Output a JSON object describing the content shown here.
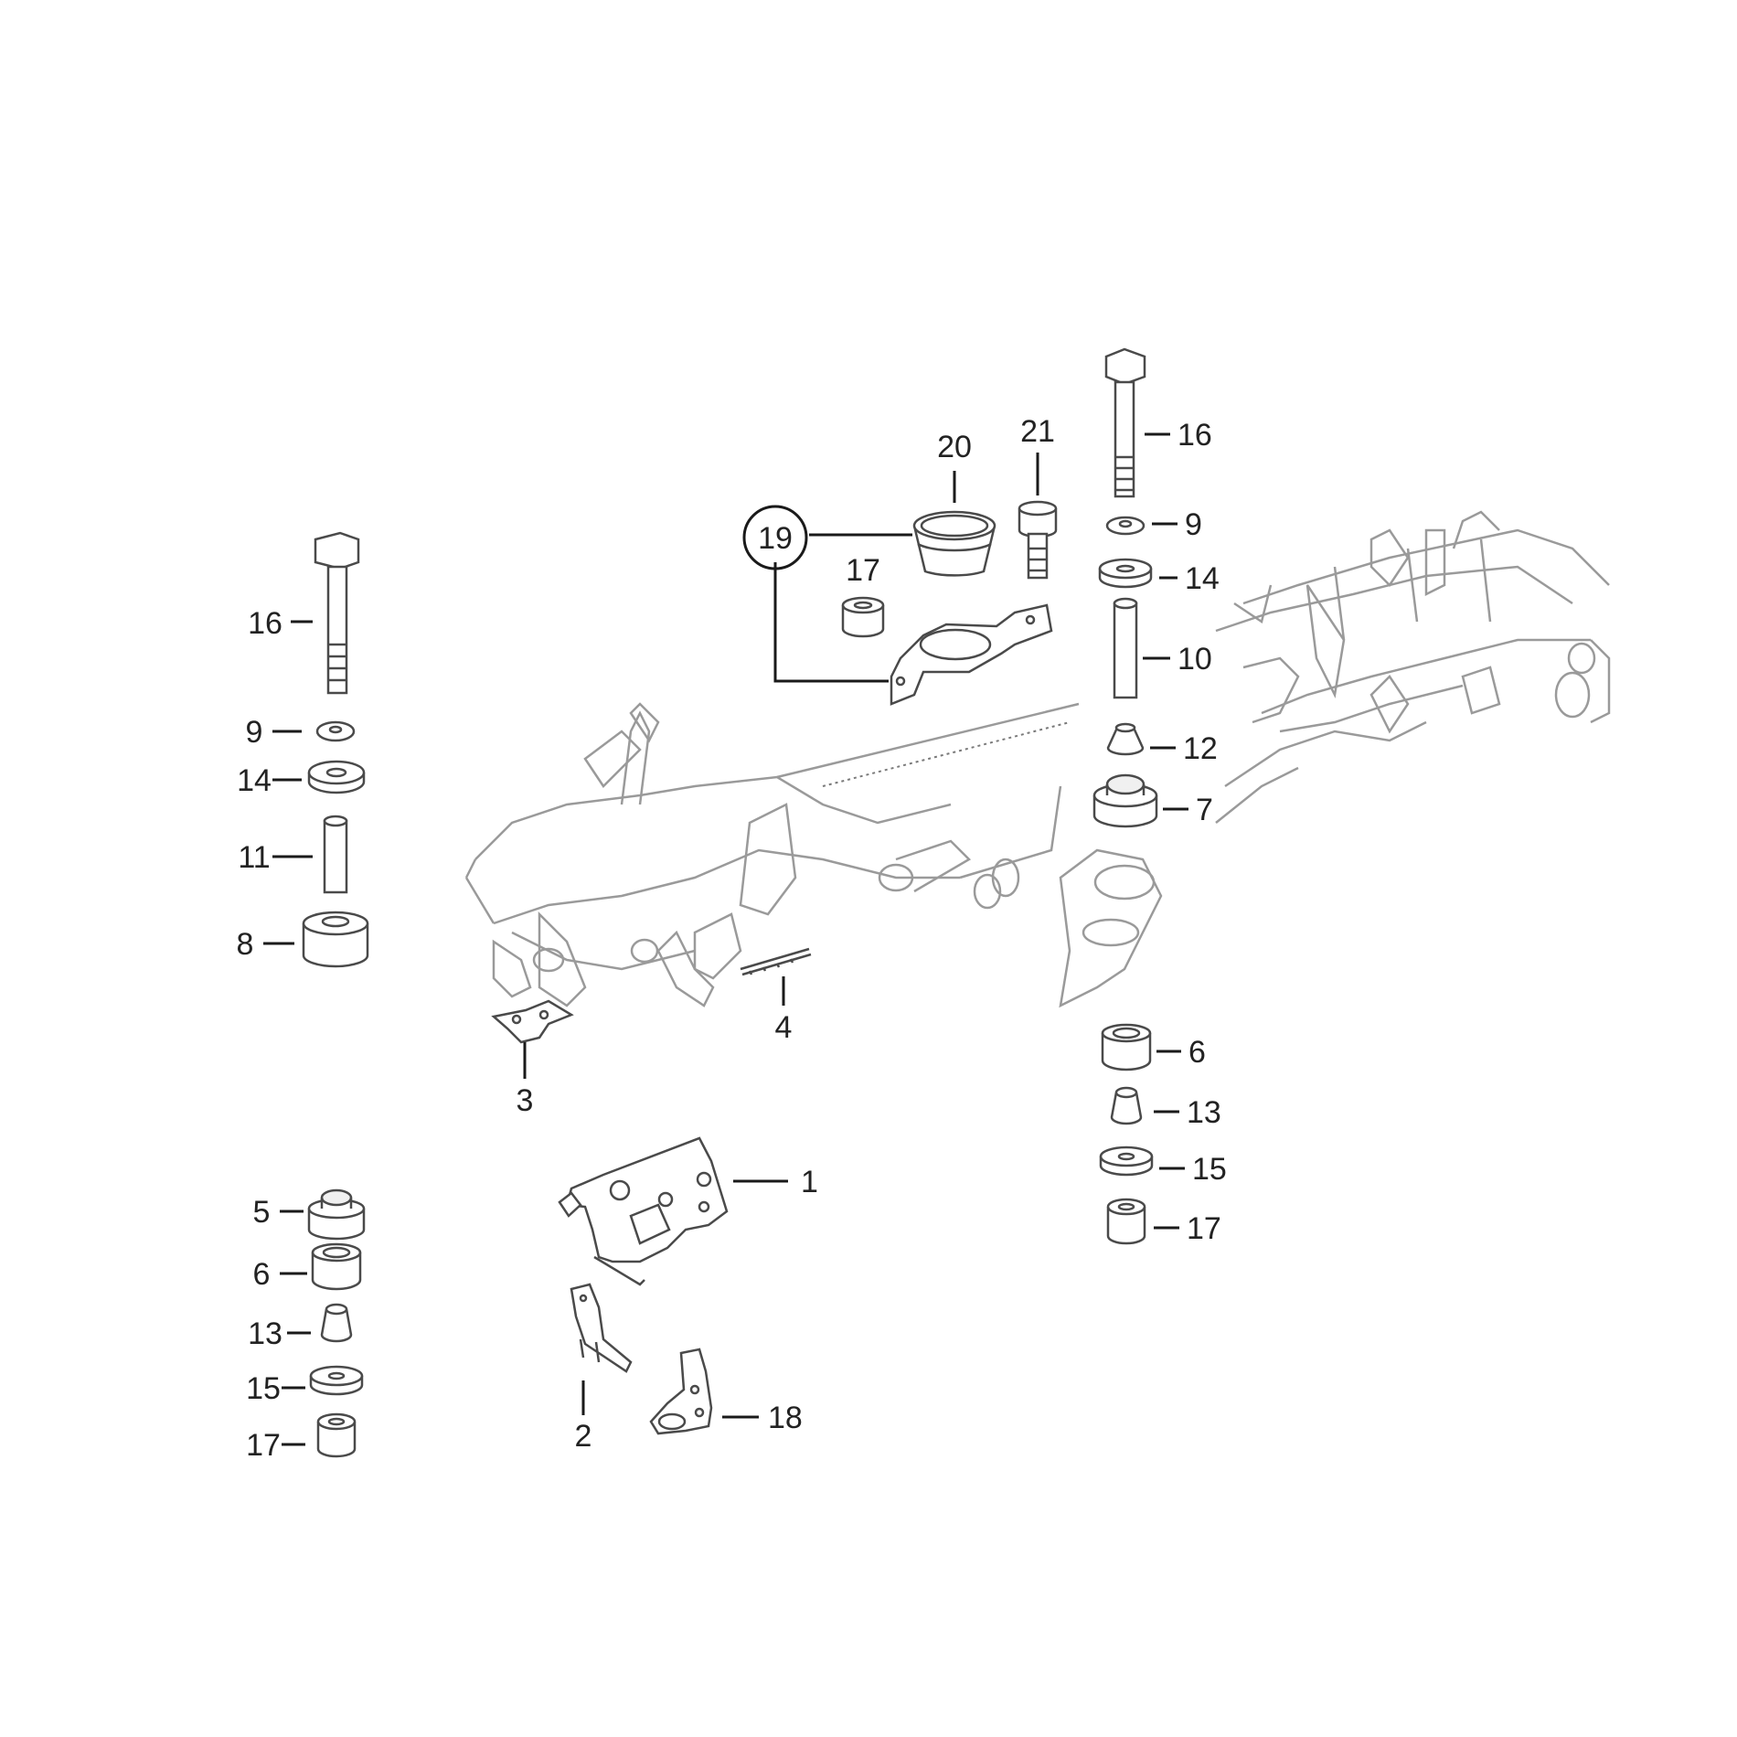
{
  "diagram": {
    "callouts": {
      "c1": "1",
      "c2": "2",
      "c3": "3",
      "c4": "4",
      "c5": "5",
      "c6a": "6",
      "c6b": "6",
      "c7": "7",
      "c8": "8",
      "c9a": "9",
      "c9b": "9",
      "c10": "10",
      "c11": "11",
      "c12": "12",
      "c13a": "13",
      "c13b": "13",
      "c14a": "14",
      "c14b": "14",
      "c15a": "15",
      "c15b": "15",
      "c16a": "16",
      "c16b": "16",
      "c17a": "17",
      "c17b": "17",
      "c17c": "17",
      "c18": "18",
      "c19": "19",
      "c20": "20",
      "c21": "21"
    }
  }
}
